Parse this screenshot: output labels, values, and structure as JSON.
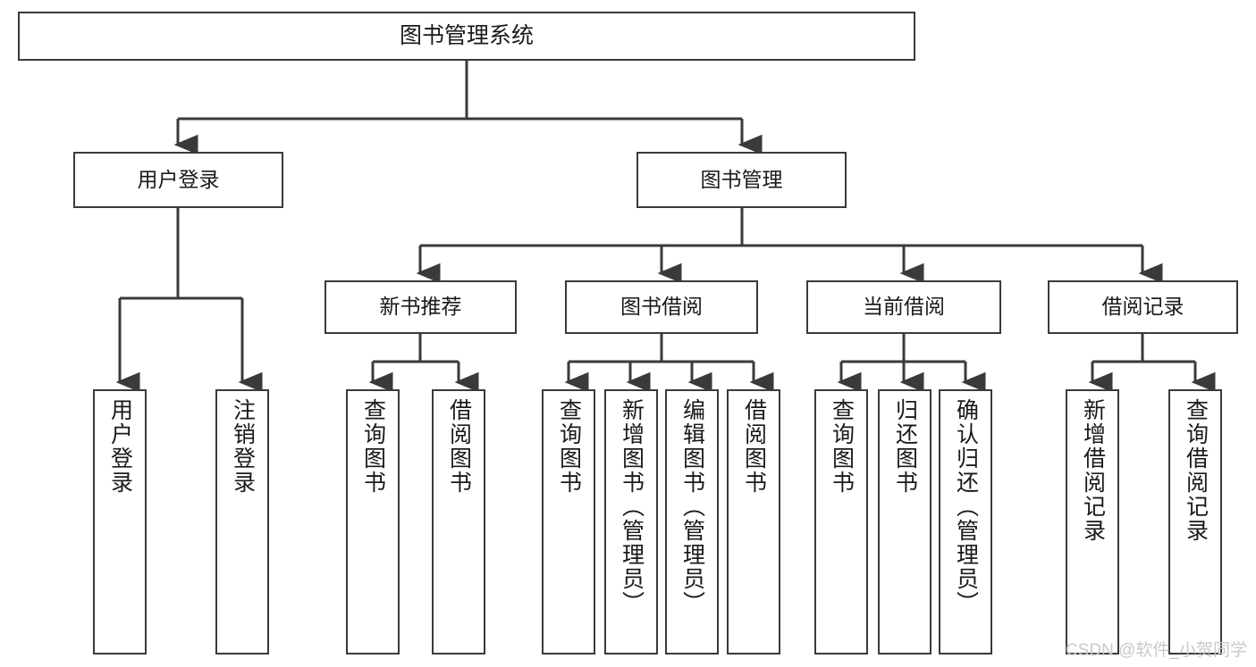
{
  "diagram": {
    "title": "图书管理系统",
    "type": "tree-hierarchy-chart",
    "orientation": "top-down",
    "line_color": "#3a3a3a",
    "box_fill": "#ffffff",
    "text_color": "#1a1a1a"
  },
  "nodes": {
    "root": {
      "label": "图书管理系统"
    },
    "level2": [
      {
        "label": "用户登录"
      },
      {
        "label": "图书管理"
      }
    ],
    "level3": [
      {
        "label": "新书推荐"
      },
      {
        "label": "图书借阅"
      },
      {
        "label": "当前借阅"
      },
      {
        "label": "借阅记录"
      }
    ],
    "leaves": {
      "user_login": [
        {
          "label": "用户登录"
        },
        {
          "label": "注销登录"
        }
      ],
      "new_book_recommend": [
        {
          "label": "查询图书"
        },
        {
          "label": "借阅图书"
        }
      ],
      "book_borrow": [
        {
          "label": "查询图书"
        },
        {
          "label": "新增图书（管理员）"
        },
        {
          "label": "编辑图书（管理员）"
        },
        {
          "label": "借阅图书"
        }
      ],
      "current_borrow": [
        {
          "label": "查询图书"
        },
        {
          "label": "归还图书"
        },
        {
          "label": "确认归还（管理员）"
        }
      ],
      "borrow_record": [
        {
          "label": "新增借阅记录"
        },
        {
          "label": "查询借阅记录"
        }
      ]
    }
  },
  "watermark": {
    "text": "CSDN @软件_小贺同学"
  }
}
